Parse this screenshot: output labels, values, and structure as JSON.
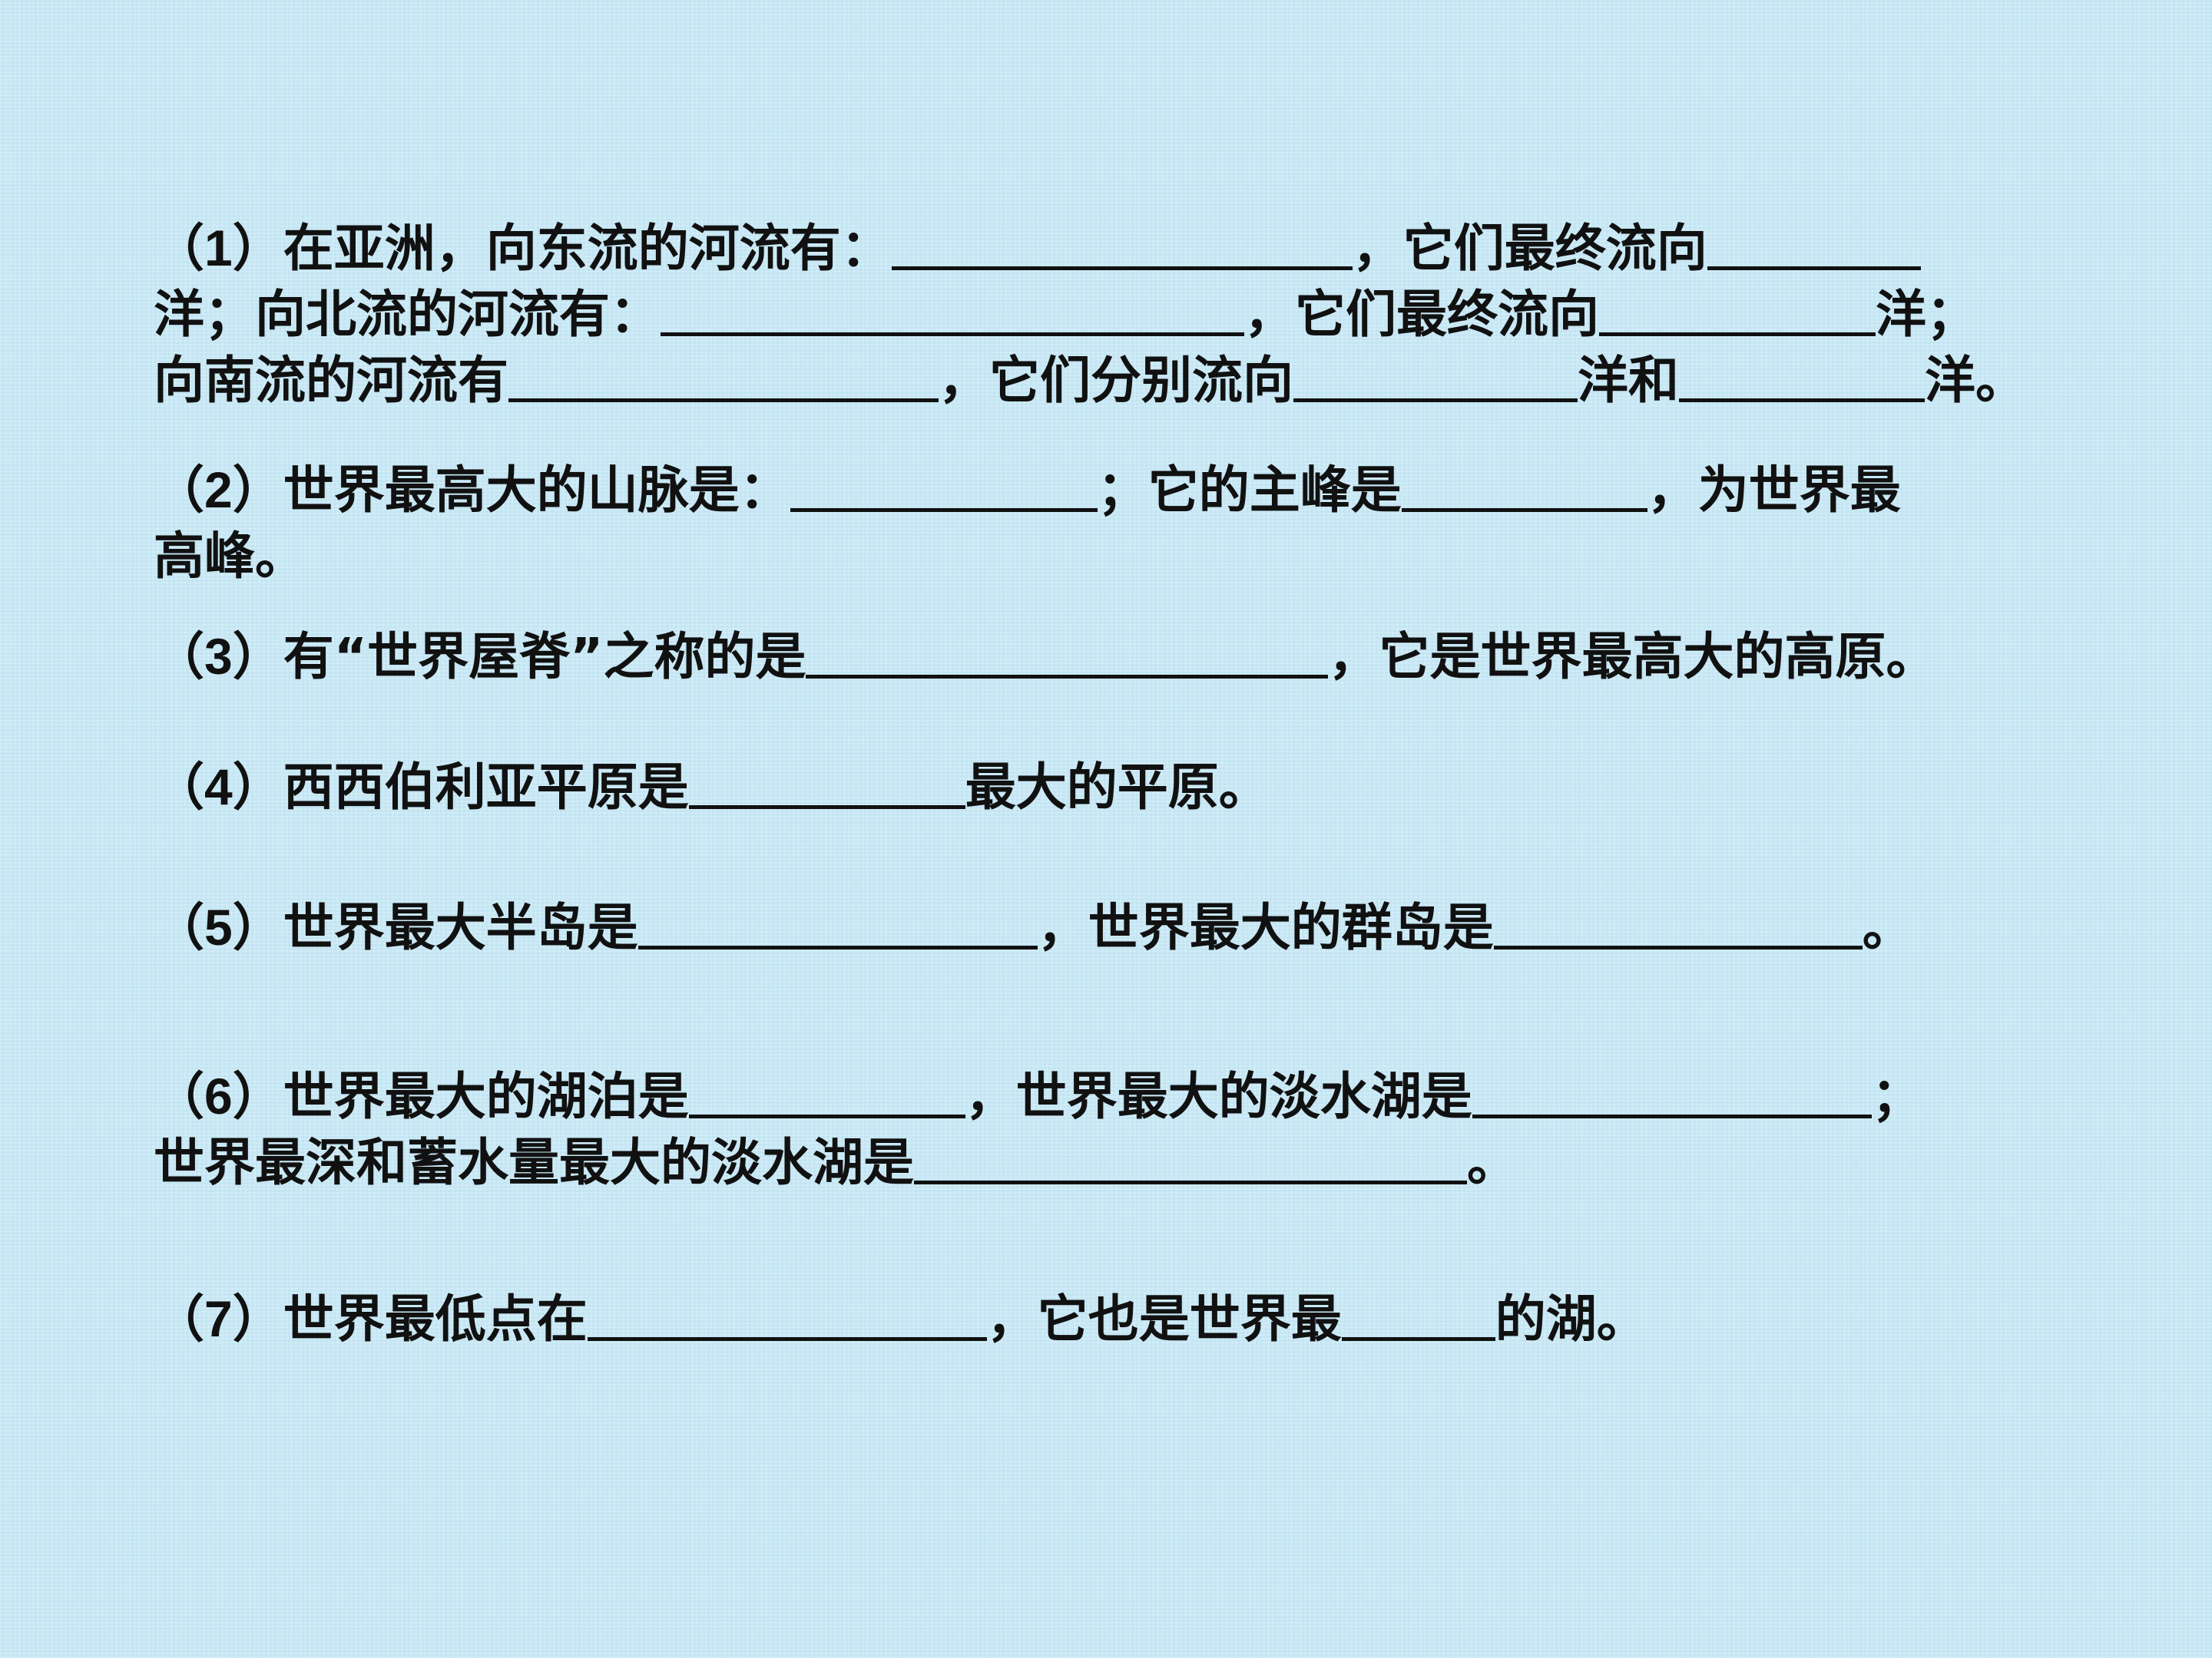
{
  "questions": [
    {
      "num": "1",
      "lines": [
        {
          "a": "在亚洲，向东流的河流有：",
          "b": "，它们最终流向",
          "c": ""
        },
        {
          "a": "洋；向北流的河流有：",
          "b": "，它们最终流向",
          "c": "洋；"
        },
        {
          "a": "向南流的河流有",
          "b": "，它们分别流向",
          "c": "洋和",
          "d": "洋。"
        }
      ]
    },
    {
      "num": "2",
      "lines": [
        {
          "a": "世界最高大的山脉是：",
          "b": "；它的主峰是",
          "c": "，为世界最"
        },
        {
          "a": "高峰。"
        }
      ]
    },
    {
      "num": "3",
      "a": "有“世界屋脊”之称的是",
      "b": "，它是世界最高大的高原。"
    },
    {
      "num": "4",
      "a": "西西伯利亚平原是",
      "b": "最大的平原。"
    },
    {
      "num": "5",
      "a": "世界最大半岛是",
      "b": "，世界最大的群岛是",
      "c": "。"
    },
    {
      "num": "6",
      "lines": [
        {
          "a": "世界最大的湖泊是",
          "b": "，世界最大的淡水湖是",
          "c": "；"
        },
        {
          "a": "世界最深和蓄水量最大的淡水湖是",
          "b": "。"
        }
      ]
    },
    {
      "num": "7",
      "a": "世界最低点在",
      "b": "，它也是世界最",
      "c": "的湖。"
    }
  ],
  "paren_open": "（",
  "paren_close": "）"
}
